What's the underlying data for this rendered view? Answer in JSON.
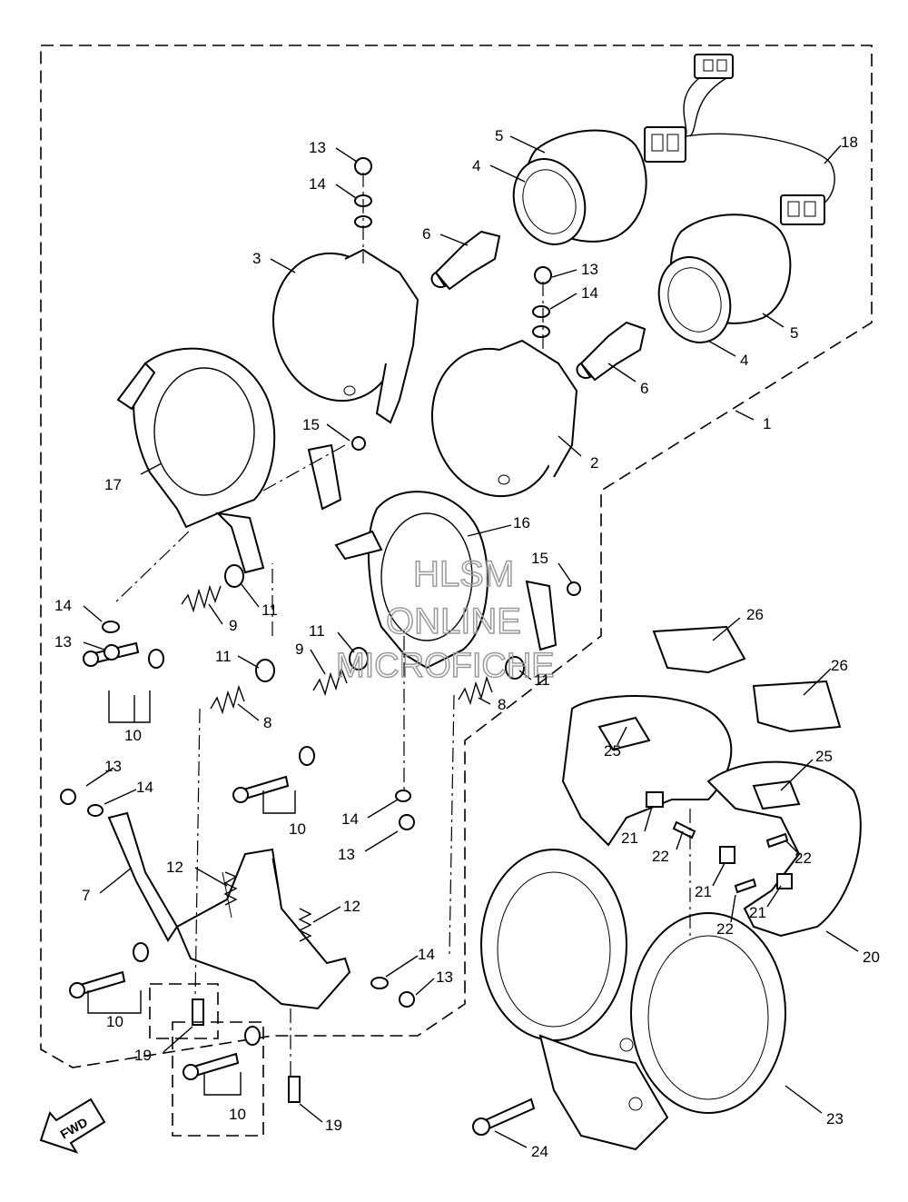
{
  "diagram": {
    "watermark": {
      "line1": "HLSM",
      "line2": "ONLINE",
      "line3": "MICROFICHE"
    },
    "direction_label": "FWD",
    "callouts": [
      "1",
      "2",
      "3",
      "4",
      "5",
      "6",
      "7",
      "8",
      "9",
      "10",
      "11",
      "12",
      "13",
      "14",
      "15",
      "16",
      "17",
      "18",
      "19",
      "20",
      "21",
      "22",
      "23",
      "24",
      "25",
      "26"
    ]
  }
}
